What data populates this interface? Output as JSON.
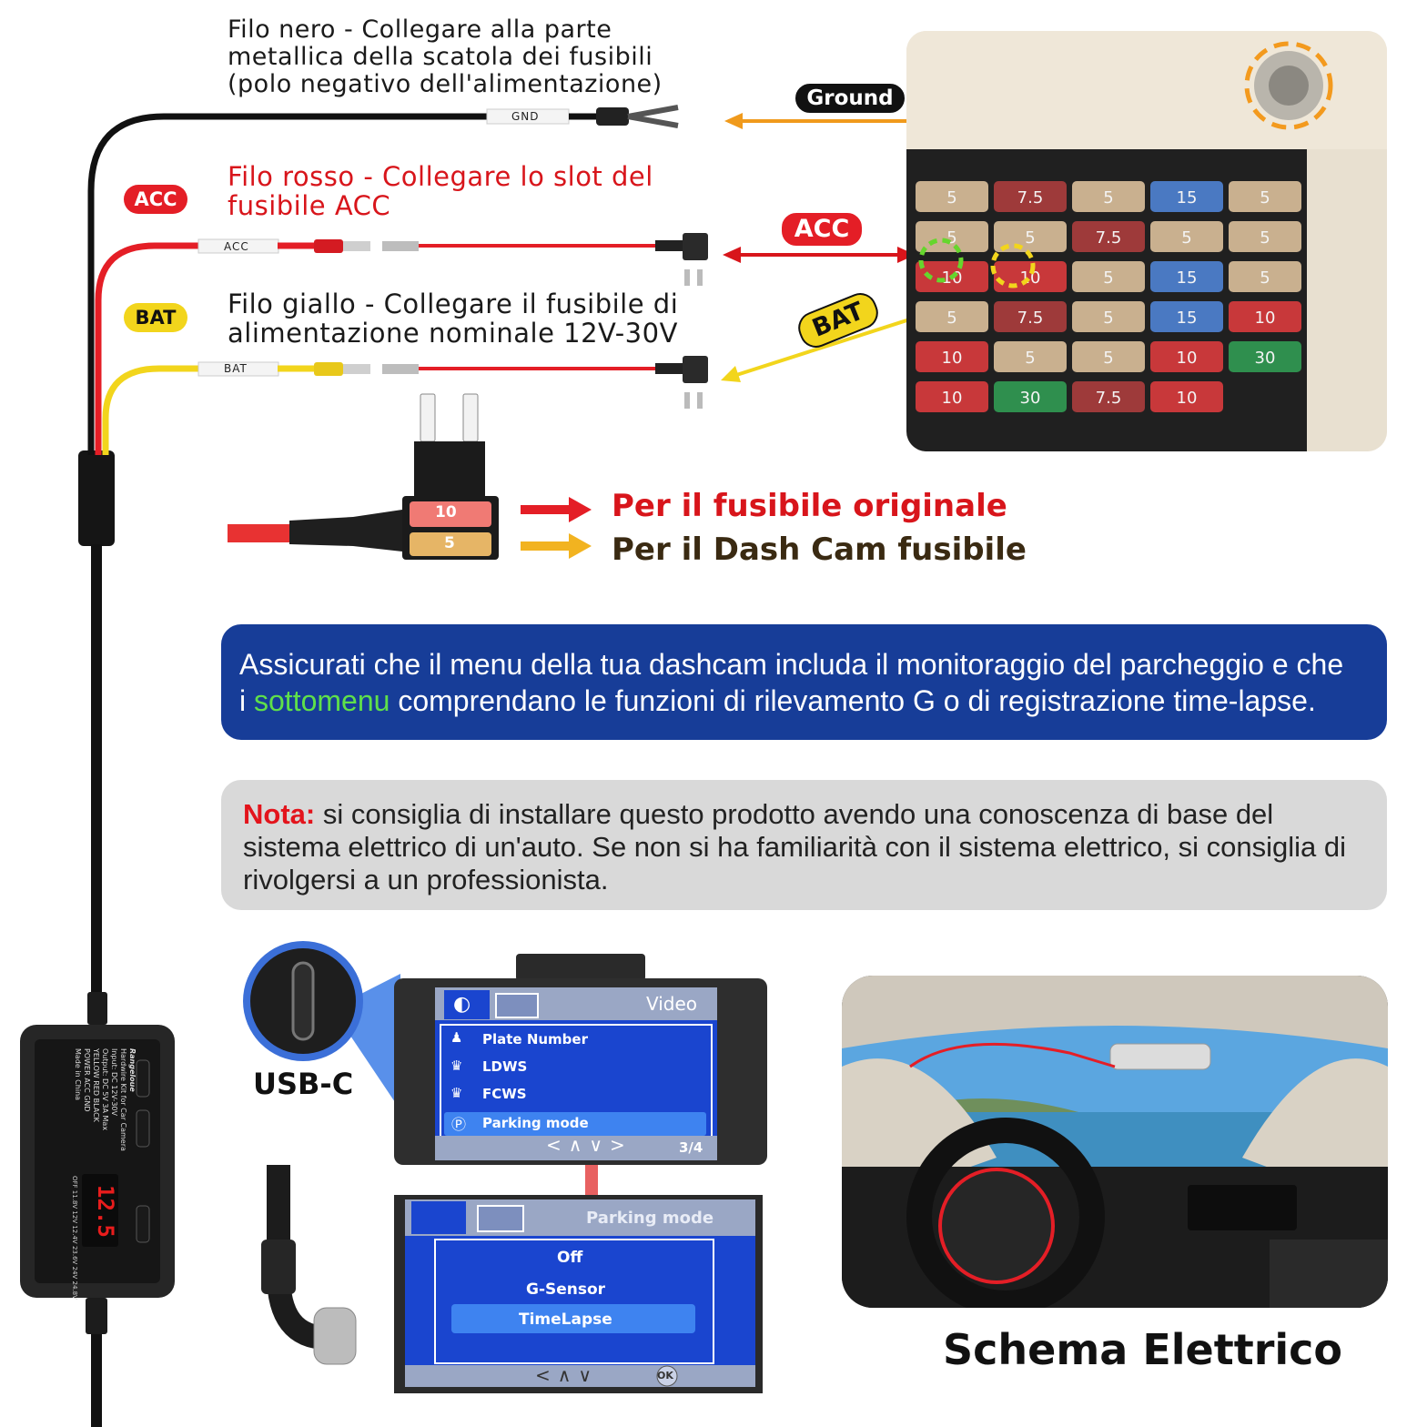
{
  "wires": {
    "black_desc": [
      "Filo nero - Collegare alla parte",
      "metallica della scatola dei fusibili",
      "(polo negativo dell'alimentazione)"
    ],
    "red_desc": [
      "Filo rosso - Collegare lo slot del",
      "fusibile ACC"
    ],
    "yellow_desc": [
      "Filo giallo - Collegare il fusibile di",
      "alimentazione nominale 12V-30V"
    ],
    "gnd_tag": "GND",
    "acc_tag": "ACC",
    "bat_tag": "BAT"
  },
  "badges": {
    "acc_left": "ACC",
    "bat_left": "BAT",
    "ground": "Ground",
    "acc_right": "ACC",
    "bat_right": "BAT"
  },
  "fuse_tap": {
    "top_fuse": "10",
    "bottom_fuse": "5",
    "original_label": "Per il fusibile originale",
    "dashcam_label": "Per il Dash Cam fusibile"
  },
  "fusebox_values": [
    "5",
    "7.5",
    "5",
    "15",
    "5",
    "5",
    "5",
    "7.5",
    "5",
    "5",
    "10",
    "10",
    "5",
    "15",
    "5",
    "5",
    "7.5",
    "5",
    "15",
    "10",
    "10",
    "5",
    "5",
    "10",
    "30",
    "10",
    "30",
    "7.5",
    "10"
  ],
  "info_banner": {
    "line1": "Assicurati che il menu della tua dashcam includa il monitoraggio del parcheggio e che",
    "line2_prefix": "i ",
    "line2_highlight": "sottomenu",
    "line2_suffix": " comprendano le funzioni di rilevamento G o di registrazione time-lapse."
  },
  "note": {
    "label": "Nota:",
    "text": " si consiglia di installare questo prodotto avendo una conoscenza di base del sistema elettrico di un'auto. Se non si ha familiarità con il sistema elettrico, si consiglia di rivolgersi a un professionista."
  },
  "usb_label": "USB-C",
  "hardwire_box": {
    "brand": "Rangeloue",
    "desc1": "Hardwire Kit for Car Camera",
    "desc2": "Input: DC 12V-30V",
    "desc3": "Output: DC 5V 3A Max",
    "legend1": "YELLOW  RED  BLACK",
    "legend2": "POWER  ACC  GND",
    "origin": "Made in China",
    "display": "12.5",
    "voltages": [
      "OFF",
      "11.8V",
      "12V",
      "12.4V",
      "23.6V",
      "24V",
      "24.8V"
    ]
  },
  "screen1": {
    "header": "Video",
    "items": [
      "Plate Number",
      "LDWS",
      "FCWS",
      "Parking mode"
    ],
    "page": "3/4"
  },
  "screen2": {
    "header": "Parking mode",
    "items": [
      "Off",
      "G-Sensor",
      "TimeLapse"
    ],
    "ok": "OK"
  },
  "car_caption": "Schema Elettrico",
  "colors": {
    "wire_black": "#111111",
    "wire_red": "#e41e26",
    "wire_yellow": "#f2d51c",
    "arrow_orange": "#f09a1c",
    "banner_blue": "#173d98",
    "highlight_green": "#5fe04a",
    "note_red": "#e3141c"
  }
}
